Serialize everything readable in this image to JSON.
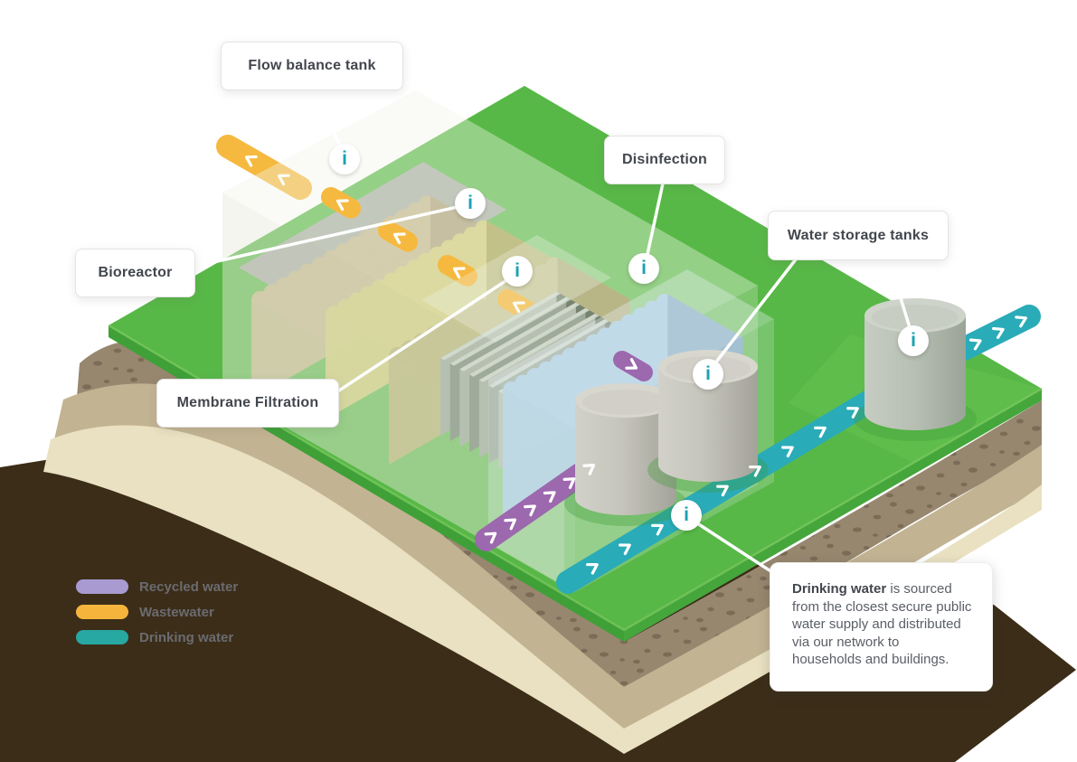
{
  "callouts": {
    "flow_balance_tank": "Flow balance tank",
    "bioreactor": "Bioreactor",
    "disinfection": "Disinfection",
    "water_storage_tanks": "Water storage tanks",
    "membrane_filtration": "Membrane Filtration"
  },
  "legend": {
    "items": [
      {
        "label": "Recycled water",
        "color": "#a99bd1"
      },
      {
        "label": "Wastewater",
        "color": "#f5b53c"
      },
      {
        "label": "Drinking water",
        "color": "#27a8a2"
      }
    ]
  },
  "tooltip": {
    "bold": "Drinking water",
    "text": " is sourced from the closest secure public water supply and distributed via our network to households and buildings."
  },
  "info_icon": {
    "glyph": "i"
  },
  "colors": {
    "grass": "#58b847",
    "grass_edge": "#3fa038",
    "underground": "#3b2d18",
    "soil_speckled": "#97876f",
    "soil_tan": "#c2b392",
    "soil_cream": "#e9e1c1",
    "pipe_recycled": "#9c68ae",
    "pipe_wastewater": "#f6b93f",
    "pipe_drinking": "#2aabb8",
    "info_accent": "#1aa2b2"
  }
}
